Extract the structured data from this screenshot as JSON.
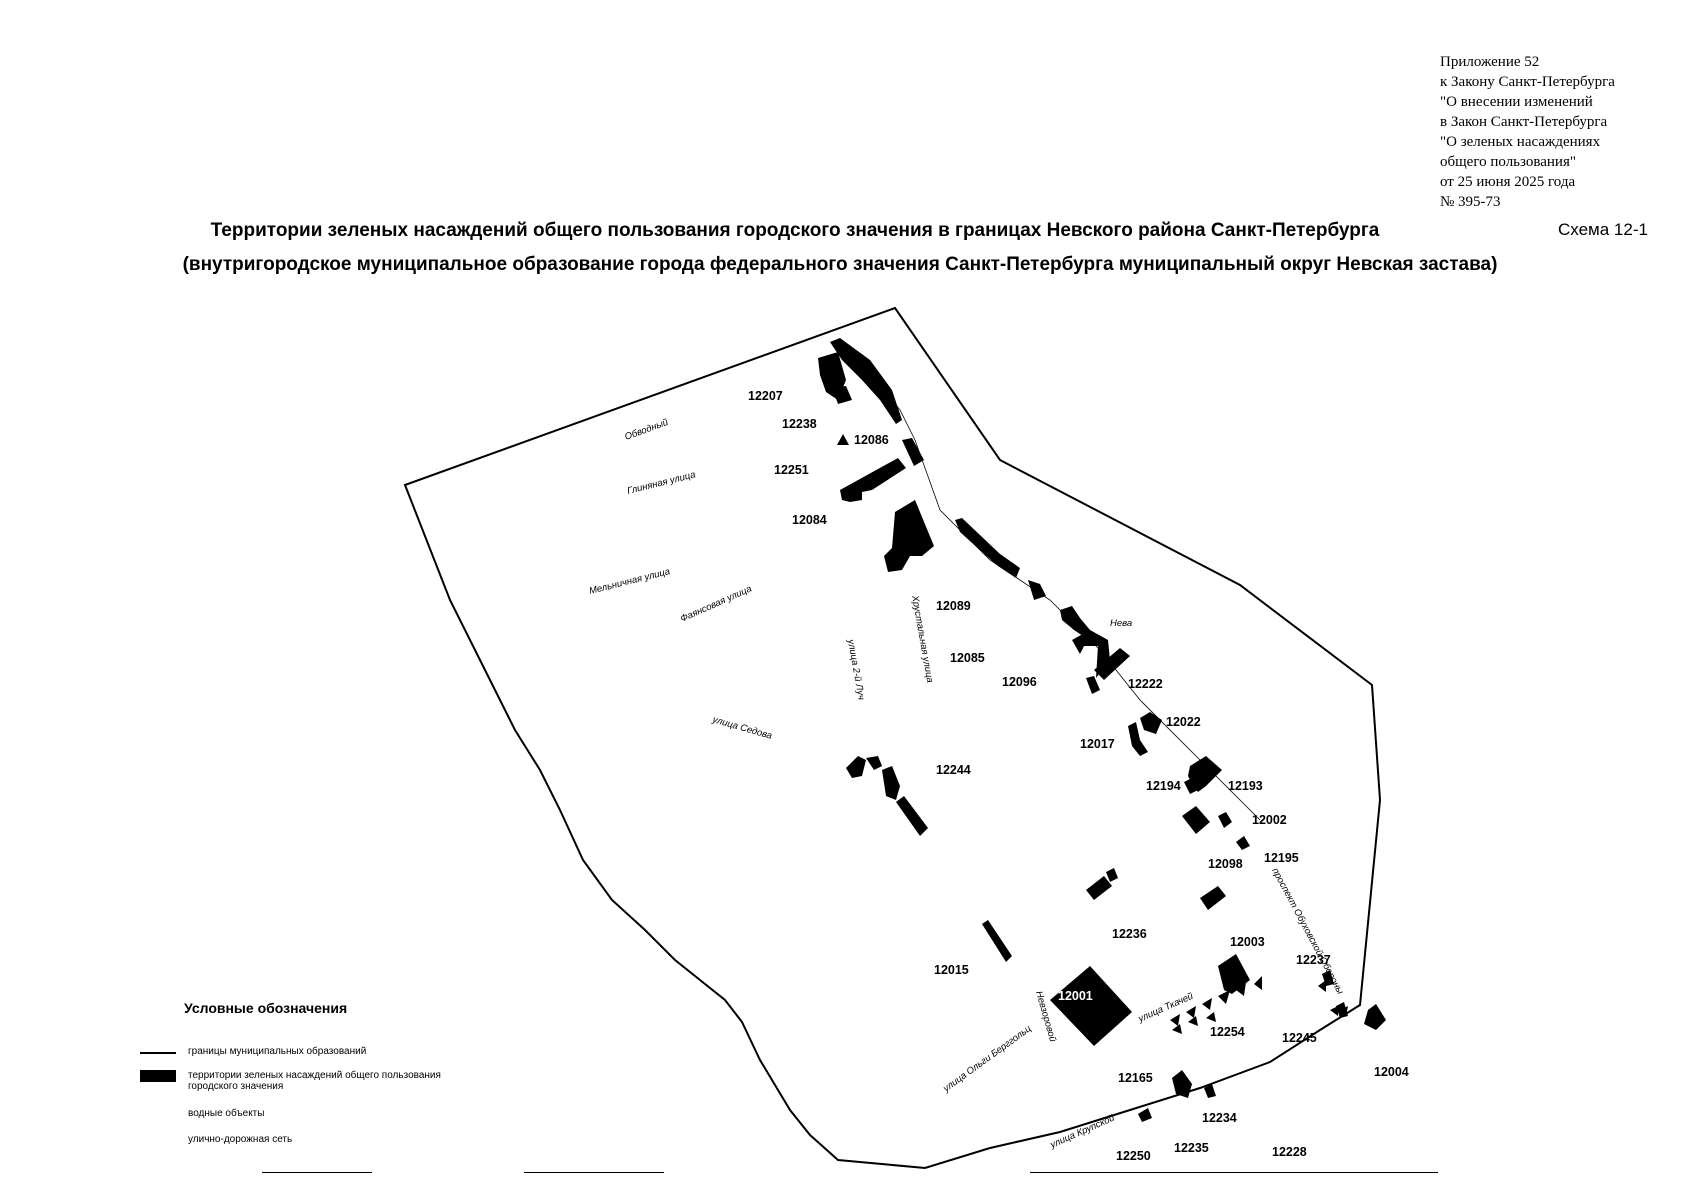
{
  "appendix": {
    "lines": [
      "Приложение 52",
      "к Закону Санкт-Петербурга",
      "\"О внесении изменений",
      "в Закон Санкт-Петербурга",
      "\"О зеленых насаждениях",
      "общего пользования\"",
      "от 25 июня 2025 года",
      "№ 395-73"
    ]
  },
  "header": {
    "scheme": "Схема 12-1",
    "title_line1": "Территории зеленых насаждений общего пользования городского значения в границах Невского района Санкт-Петербурга",
    "title_line2": "(внутригородское муниципальное образование города федерального значения Санкт-Петербурга муниципальный округ Невская застава)"
  },
  "map": {
    "parcel_ids": [
      "12207",
      "12238",
      "12086",
      "12251",
      "12084",
      "12089",
      "12085",
      "12096",
      "12222",
      "12022",
      "12017",
      "12244",
      "12194",
      "12193",
      "12002",
      "12195",
      "12098",
      "12236",
      "12003",
      "12237",
      "12015",
      "12001",
      "12254",
      "12245",
      "12004",
      "12165",
      "12234",
      "12250",
      "12235",
      "12228"
    ],
    "street_labels": [
      "Обводный",
      "Глиняная улица",
      "Мельничная улица",
      "Фаянсовая улица",
      "улица 2-й Луч",
      "Хрустальная улица",
      "улица Седова",
      "Нева",
      "проспект Обуховской Обороны",
      "улица Ткачей",
      "улица Ольги Берггольц",
      "Невзоровой",
      "улица Крупской"
    ]
  },
  "legend": {
    "title": "Условные обозначения",
    "items": [
      "границы муниципальных образований",
      "территории зеленых насаждений общего пользования городского значения",
      "водные объекты",
      "улично-дорожная сеть"
    ]
  },
  "colors": {
    "ink": "#000000",
    "paper": "#ffffff"
  }
}
